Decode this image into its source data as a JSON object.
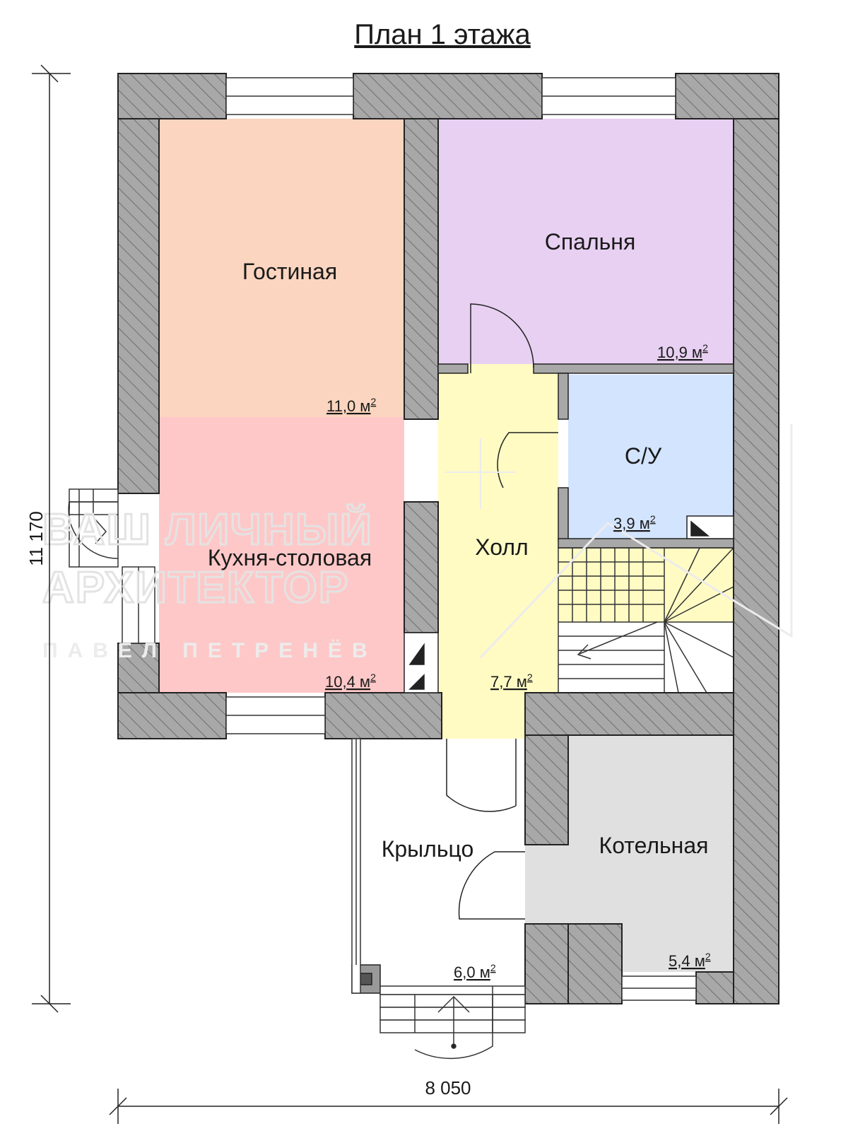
{
  "title": "План 1 этажа",
  "rooms": {
    "living": {
      "name": "Гостиная",
      "area": "11,0 м",
      "color": "#fbd5bf"
    },
    "bedroom": {
      "name": "Спальня",
      "area": "10,9 м",
      "color": "#e8d0f2"
    },
    "kitchen": {
      "name": "Кухня-столовая",
      "area": "10,4 м",
      "color": "#ffc8c8"
    },
    "hall": {
      "name": "Холл",
      "area": "7,7 м",
      "color": "#fffbc3"
    },
    "bathroom": {
      "name": "С/У",
      "area": "3,9 м",
      "color": "#d3e4ff"
    },
    "boiler": {
      "name": "Котельная",
      "area": "5,4 м",
      "color": "#e0e0e0"
    },
    "porch": {
      "name": "Крыльцо",
      "area": "6,0 м",
      "color": "#ffffff"
    }
  },
  "area_unit_superscript": "2",
  "dimensions": {
    "height": "11 170",
    "width": "8 050"
  },
  "watermark": {
    "line1": "ВАШ ЛИЧНЫЙ",
    "line2": "АРХИТЕКТОР",
    "line3": "ПАВЕЛ ПЕТРЕНЁВ"
  },
  "colors": {
    "wall": "#a8a8a8",
    "wall_hatch": "#6e6e6e",
    "outline": "#222222"
  }
}
